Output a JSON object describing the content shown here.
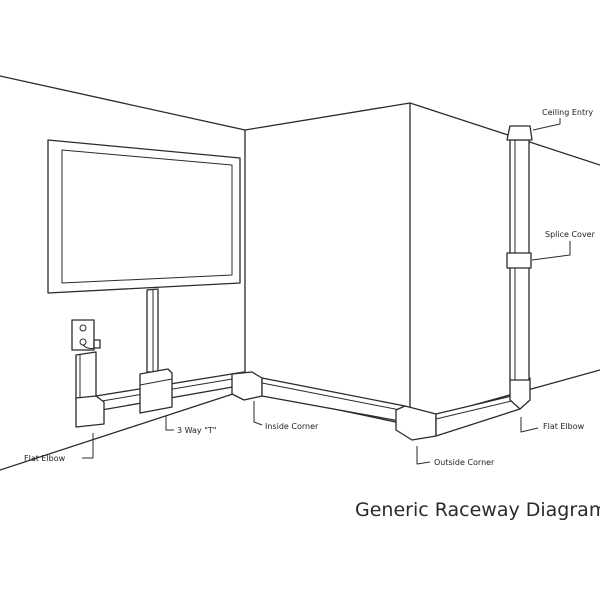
{
  "title": "Generic Raceway Diagram",
  "labels": {
    "ceiling_entry": "Ceiling Entry",
    "splice_cover": "Splice Cover",
    "flat_elbow_right": "Flat Elbow",
    "outside_corner": "Outside Corner",
    "inside_corner": "Inside Corner",
    "three_way_t": "3 Way \"T\"",
    "flat_elbow_left": "Flat Elbow"
  },
  "colors": {
    "line": "#2b2b2b",
    "background": "#ffffff",
    "text": "#222222"
  }
}
